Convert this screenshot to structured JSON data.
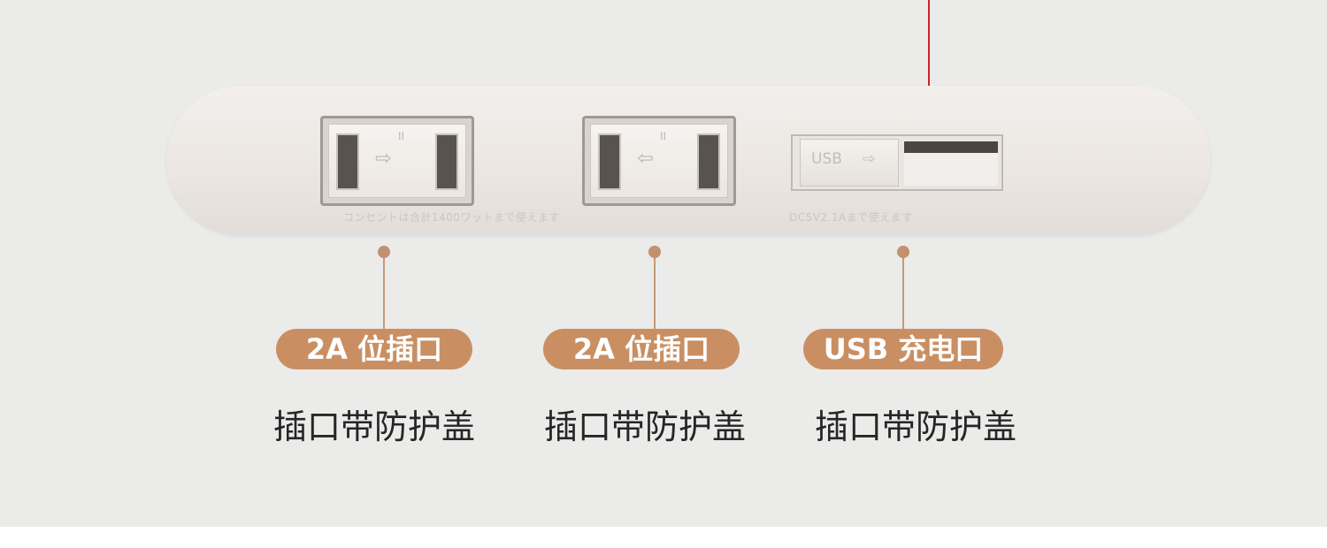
{
  "strip": {
    "outlet_notice": "コンセントは合計1400ワットまで使えます",
    "usb_notice": "DC5V2.1Aまで使えます",
    "usb_cover_text": "USB",
    "arrow_glyph": "⇨",
    "ii_mark": "II"
  },
  "callouts": [
    {
      "label": "2A 位插口",
      "caption": "插口带防护盖"
    },
    {
      "label": "2A 位插口",
      "caption": "插口带防护盖"
    },
    {
      "label": "USB 充电口",
      "caption": "插口带防护盖"
    }
  ],
  "colors": {
    "accent": "#c98f63",
    "cable": "#c9242a",
    "background": "#ebebea"
  }
}
